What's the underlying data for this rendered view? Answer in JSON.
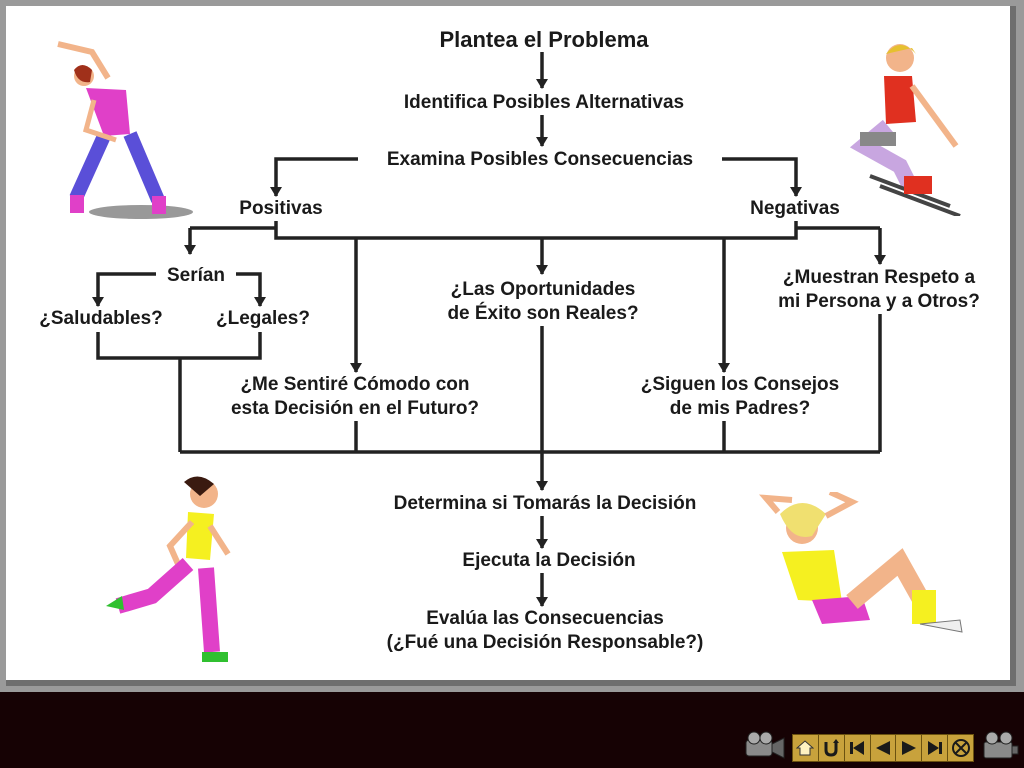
{
  "title": "Plantea el Problema",
  "steps": {
    "alternativas": "Identifica Posibles Alternativas",
    "consecuencias": "Examina Posibles Consecuencias",
    "positivas": "Positivas",
    "negativas": "Negativas",
    "serian": "Serían",
    "saludables": "¿Saludables?",
    "legales": "¿Legales?",
    "oportunidades": [
      "¿Las Oportunidades",
      "de Éxito son Reales?"
    ],
    "respeto": [
      "¿Muestran Respeto a",
      "mi Persona y a Otros?"
    ],
    "comodo": [
      "¿Me Sentiré Cómodo con",
      "esta Decisión en el Futuro?"
    ],
    "consejos": [
      "¿Siguen los Consejos",
      "de mis Padres?"
    ],
    "determina": "Determina si Tomarás la Decisión",
    "ejecuta": "Ejecuta la Decisión",
    "evalua": [
      "Evalúa las Consecuencias",
      "(¿Fué una Decisión Responsable?)"
    ]
  },
  "icons": [
    "home-icon",
    "return-icon",
    "first-slide-icon",
    "previous-slide-icon",
    "next-slide-icon",
    "last-slide-icon",
    "end-show-icon"
  ],
  "colors": {
    "accent_pink": "#e040c8",
    "accent_yellow": "#f5f020",
    "nav_gold": "#c8a23c",
    "footer": "#160204"
  }
}
